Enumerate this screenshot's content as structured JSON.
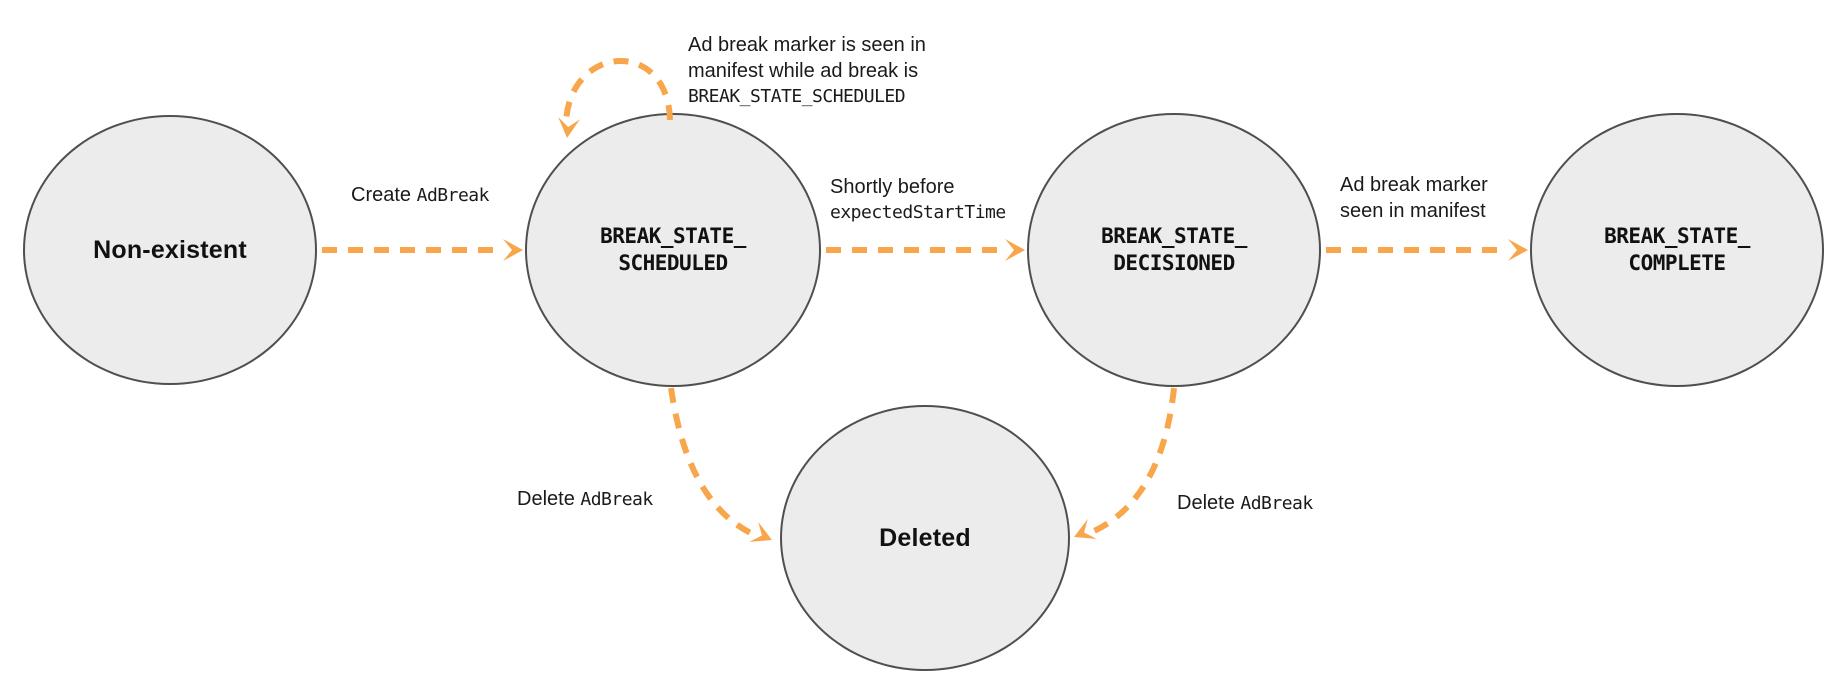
{
  "diagram": {
    "accent_color": "#F8A64B",
    "node_fill": "#ECECEC",
    "node_border": "#4F4F4F",
    "text_color": "#1A1A1A"
  },
  "states": [
    {
      "label": "Non-existent"
    },
    {
      "line1": "BREAK_STATE_",
      "line2": "SCHEDULED"
    },
    {
      "line1": "BREAK_STATE_",
      "line2": "DECISIONED"
    },
    {
      "line1": "BREAK_STATE_",
      "line2": "COMPLETE"
    },
    {
      "label": "Deleted"
    }
  ],
  "transitions": {
    "create": {
      "plain": "Create ",
      "code": "AdBreak"
    },
    "self_loop": {
      "line1": "Ad break marker is seen in",
      "line2": "manifest while ad break is",
      "line3_code": "BREAK_STATE_SCHEDULED"
    },
    "shortly": {
      "line1": "Shortly before",
      "line2_code": "expectedStartTime"
    },
    "marker_seen": {
      "line1": "Ad break marker",
      "line2": "seen in manifest"
    },
    "delete_left": {
      "plain": "Delete ",
      "code": "AdBreak"
    },
    "delete_right": {
      "plain": "Delete ",
      "code": "AdBreak"
    }
  }
}
